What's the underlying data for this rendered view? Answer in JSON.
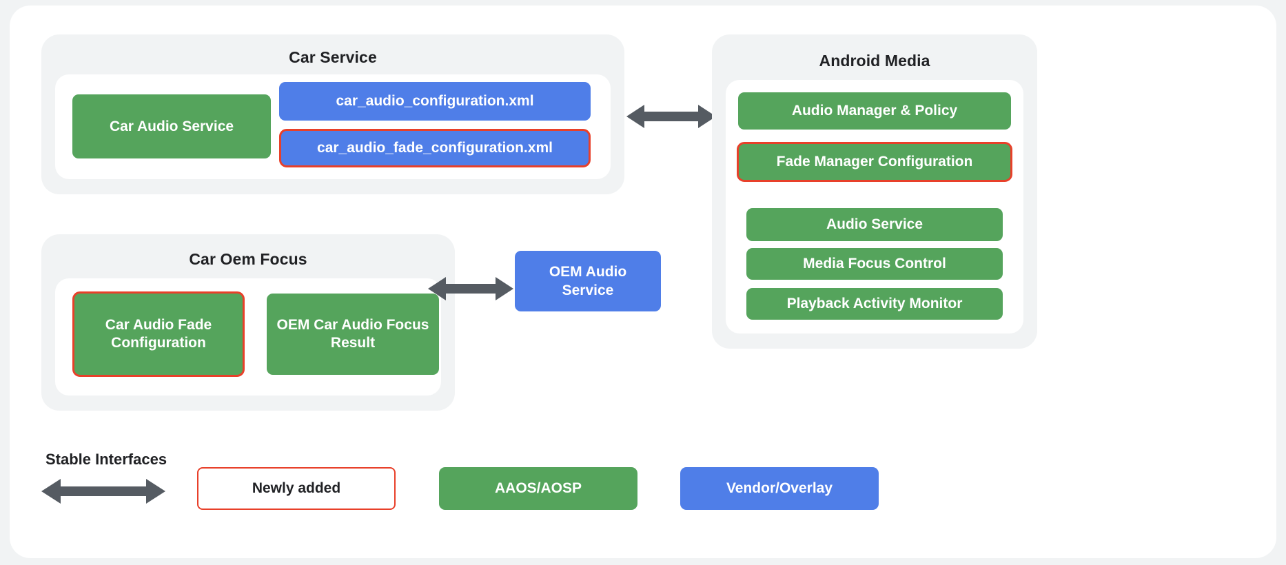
{
  "diagram": {
    "groups": [
      {
        "id": "car-service",
        "title": "Car Service",
        "nodes": [
          {
            "label": "Car Audio Service",
            "style": "green",
            "highlight": false
          },
          {
            "label": "car_audio_configuration.xml",
            "style": "blue",
            "highlight": false
          },
          {
            "label": "car_audio_fade_configuration.xml",
            "style": "blue",
            "highlight": true
          }
        ]
      },
      {
        "id": "car-oem-focus",
        "title": "Car Oem Focus",
        "nodes": [
          {
            "label": "Car Audio Fade Configuration",
            "style": "green",
            "highlight": true
          },
          {
            "label": "OEM Car Audio Focus Result",
            "style": "green",
            "highlight": false
          }
        ]
      },
      {
        "id": "android-media",
        "title": "Android Media",
        "nodes": [
          {
            "label": "Audio Manager & Policy",
            "style": "green",
            "highlight": false
          },
          {
            "label": "Fade Manager Configuration",
            "style": "green",
            "highlight": true
          },
          {
            "label": "Audio Service",
            "style": "green",
            "highlight": false
          },
          {
            "label": "Media Focus Control",
            "style": "green",
            "highlight": false
          },
          {
            "label": "Playback Activity Monitor",
            "style": "green",
            "highlight": false
          }
        ]
      }
    ],
    "standalone_nodes": [
      {
        "id": "oem-audio-service",
        "label": "OEM Audio\nService",
        "line1": "OEM Audio",
        "line2": "Service",
        "style": "blue",
        "highlight": false
      }
    ],
    "connectors": [
      {
        "id": "car-service-to-android-media",
        "type": "double-arrow"
      },
      {
        "id": "car-oem-focus-to-oem-audio-service",
        "type": "double-arrow"
      }
    ]
  },
  "legend": {
    "title": "Stable Interfaces",
    "arrow_label": "stable-interface-arrow",
    "items": [
      {
        "label": "Newly added",
        "style": "outline"
      },
      {
        "label": "AAOS/AOSP",
        "style": "green"
      },
      {
        "label": "Vendor/Overlay",
        "style": "blue"
      }
    ]
  },
  "colors": {
    "green": "#55a45c",
    "blue": "#4f7ee8",
    "highlight_red": "#e8402a",
    "arrow_gray": "#555b62",
    "panel_bg": "#f1f3f4",
    "card_bg": "#ffffff",
    "text_dark": "#202124"
  }
}
